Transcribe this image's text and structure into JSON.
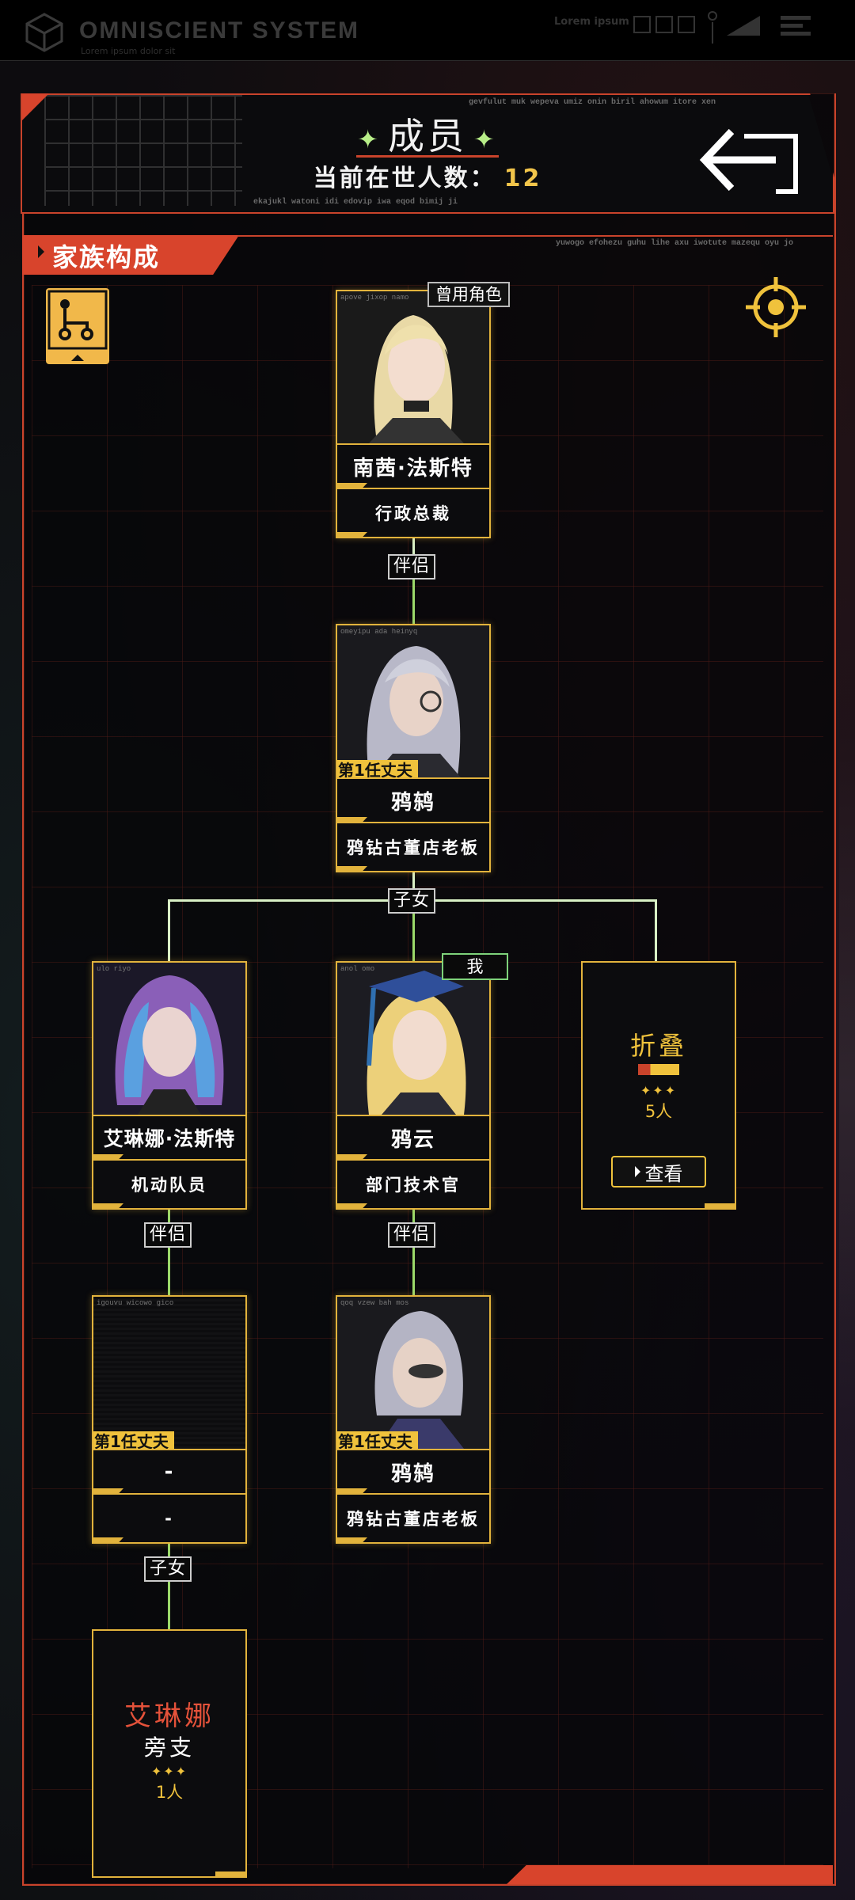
{
  "topbar": {
    "brand": "OMNISCIENT SYSTEM",
    "brand_sub": "Lorem ipsum dolor sit",
    "lorem": "Lorem ipsum"
  },
  "header": {
    "title": "成员",
    "count_label": "当前在世人数：",
    "count_value": "12",
    "micro_top": "gevfulut muk wepeva umiz onin biril ahowum itore xen",
    "micro_bottom": "ekajukl watoni idi edovip iwa eqod bimij ji"
  },
  "section": {
    "title": "家族构成",
    "micro": "yuwogo efohezu guhu lihe axu iwotute mazequ oyu jo"
  },
  "tags": {
    "partner": "伴侣",
    "children": "子女",
    "alias": "曾用角色",
    "me": "我",
    "first_husband": "第1任丈夫"
  },
  "members": [
    {
      "id": "nancy",
      "name": "南茜·法斯特",
      "role": "行政总裁",
      "micro": "apove jixop namo"
    },
    {
      "id": "raven1",
      "name": "鸦鸫",
      "role": "鸦钻古董店老板",
      "micro": "omeyipu ada heinyq"
    },
    {
      "id": "elina",
      "name": "艾琳娜·法斯特",
      "role": "机动队员",
      "micro": "ulo riyo"
    },
    {
      "id": "yayun",
      "name": "鸦云",
      "role": "部门技术官",
      "micro": "anol omo"
    },
    {
      "id": "empty",
      "name": "-",
      "role": "-",
      "micro": "igouvu wicowo gico"
    },
    {
      "id": "raven2",
      "name": "鸦鸫",
      "role": "鸦钻古董店老板",
      "micro": "qoq vzew bah mos"
    }
  ],
  "fold": {
    "title": "折叠",
    "stars": "✦✦✦",
    "count": "5人",
    "button": "查看"
  },
  "branch": {
    "title": "艾琳娜",
    "subtitle": "旁支",
    "stars": "✦✦✦",
    "count": "1人"
  },
  "colors": {
    "accent_red": "#d8442c",
    "accent_gold": "#e2b33c",
    "line_green": "#9bd96a"
  }
}
